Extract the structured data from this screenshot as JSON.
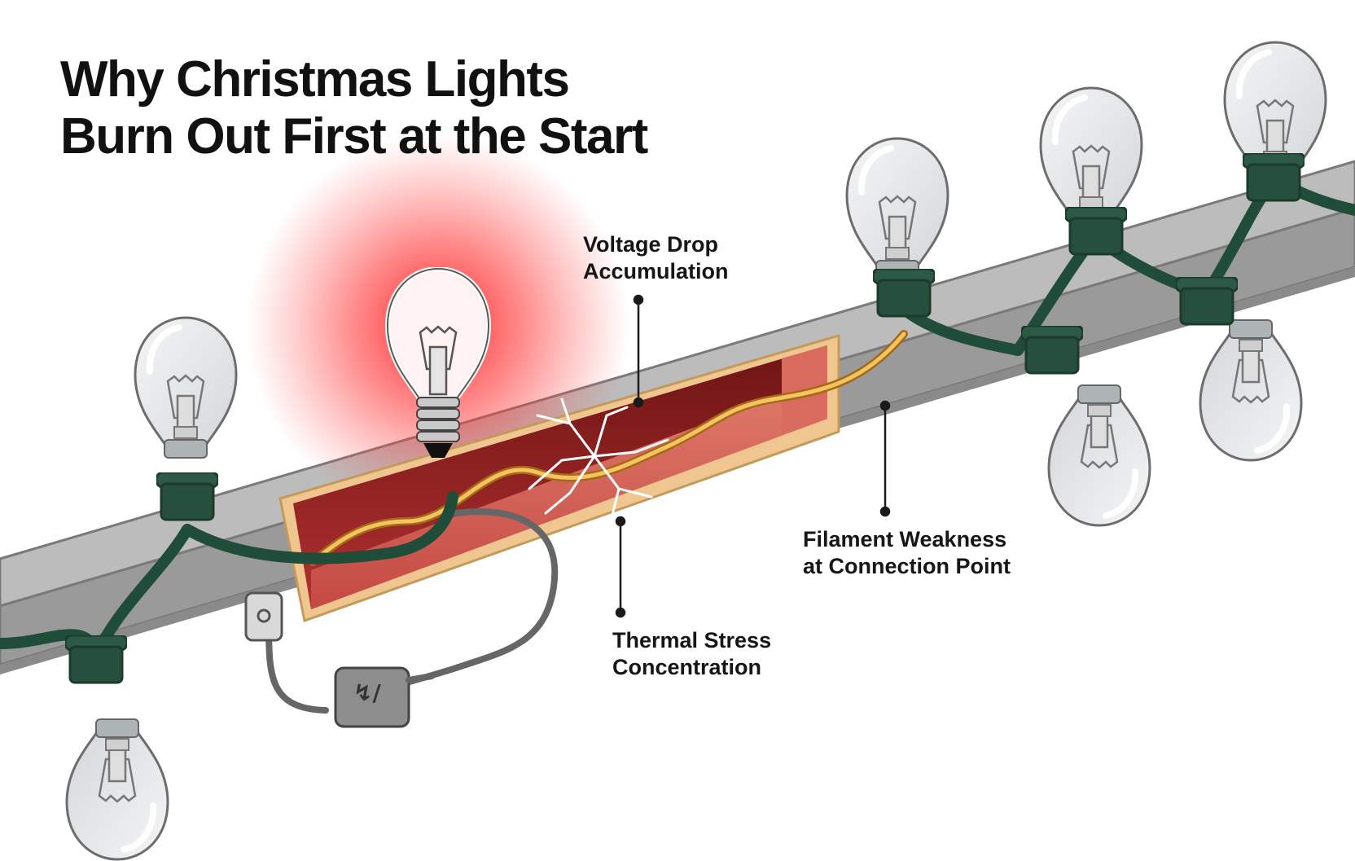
{
  "title": {
    "line1": "Why Christmas Lights",
    "line2": "Burn Out First at the Start"
  },
  "callouts": {
    "voltage_drop": {
      "line1": "Voltage Drop",
      "line2": "Accumulation"
    },
    "filament_weakness": {
      "line1": "Filament Weakness",
      "line2": "at Connection Point"
    },
    "thermal_stress": {
      "line1": "Thermal Stress",
      "line2": "Concentration"
    }
  },
  "plug_symbol": "↯/",
  "colors": {
    "burnt_bulb_glow": "#ff2a2a",
    "wire_green": "#1f4d3a",
    "rail_gray": "#a9a9a9",
    "heated_wire": "#f2b64a",
    "cutaway_red": "#c43a3a"
  }
}
